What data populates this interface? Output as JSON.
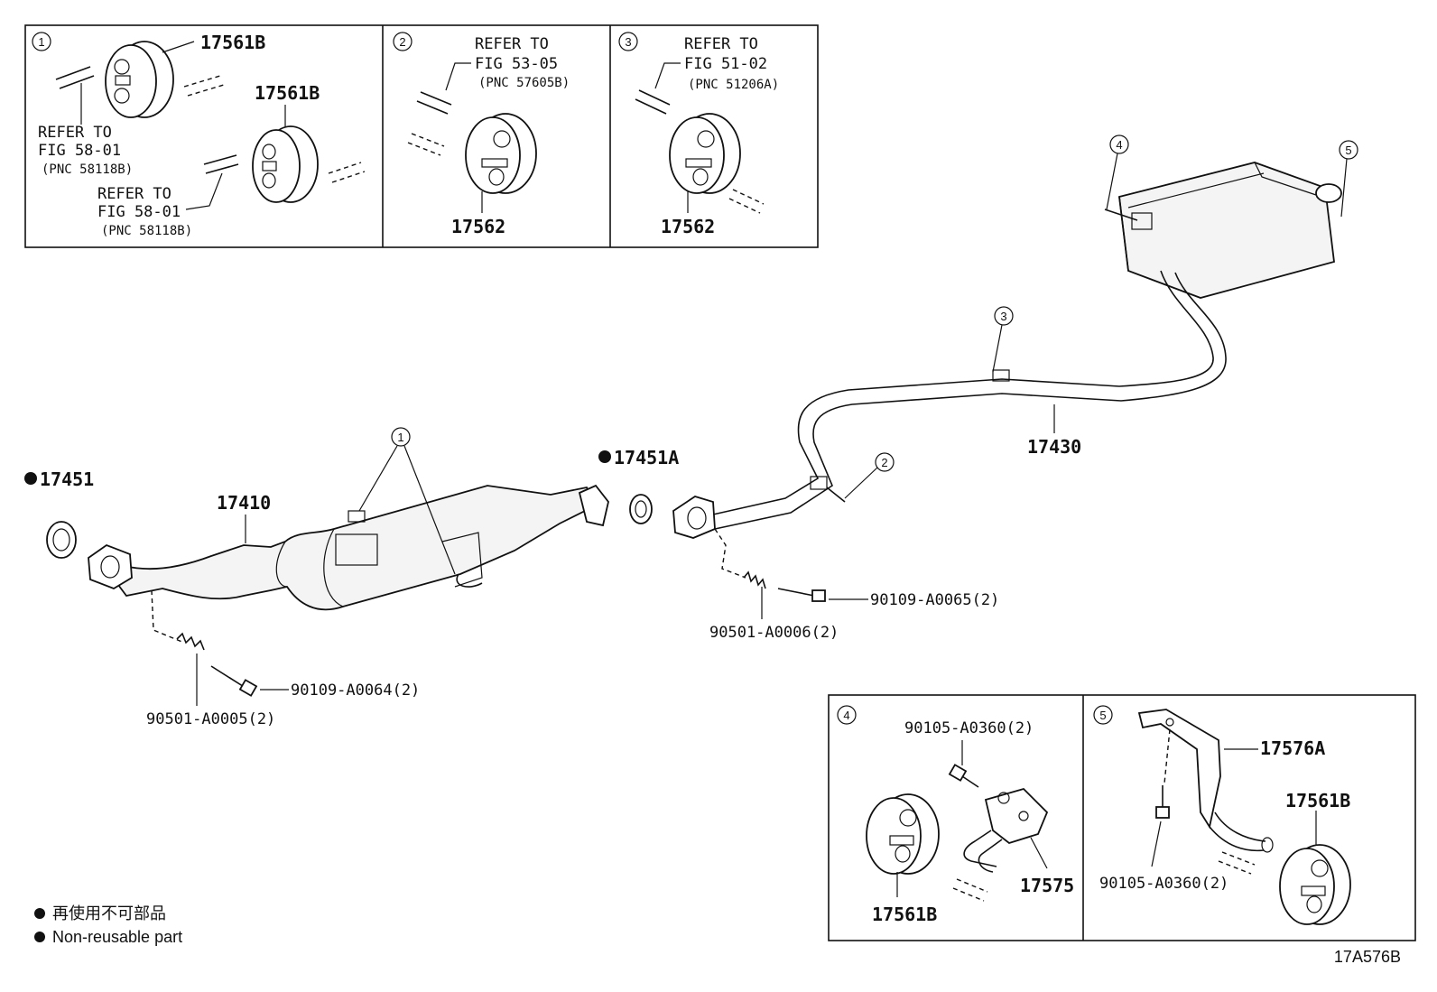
{
  "insets": {
    "inset1": {
      "number": "1",
      "part_top": "17561B",
      "part_mid": "17561B",
      "ref1_line1": "REFER TO",
      "ref1_line2": "FIG 58-01",
      "ref1_line3": "(PNC 58118B)",
      "ref2_line1": "REFER TO",
      "ref2_line2": "FIG 58-01",
      "ref2_line3": "(PNC 58118B)"
    },
    "inset2": {
      "number": "2",
      "ref_line1": "REFER TO",
      "ref_line2": "FIG 53-05",
      "ref_line3": "(PNC 57605B)",
      "part": "17562"
    },
    "inset3": {
      "number": "3",
      "ref_line1": "REFER TO",
      "ref_line2": "FIG 51-02",
      "ref_line3": "(PNC 51206A)",
      "part": "17562"
    },
    "inset4": {
      "number": "4",
      "bolt": "90105-A0360(2)",
      "bracket": "17575",
      "hanger": "17561B"
    },
    "inset5": {
      "number": "5",
      "bracket": "17576A",
      "hanger": "17561B",
      "bolt": "90105-A0360(2)"
    }
  },
  "main": {
    "gasket_front": "17451",
    "converter": "17410",
    "gasket_mid": "17451A",
    "pipe_assy": "17430",
    "front_spring": "90501-A0005(2)",
    "front_bolt": "90109-A0064(2)",
    "mid_spring": "90501-A0006(2)",
    "mid_bolt": "90109-A0065(2)",
    "callout1": "1",
    "callout2": "2",
    "callout3": "3",
    "callout4": "4",
    "callout5": "5"
  },
  "legend": {
    "jp": "再使用不可部品",
    "en": "Non-reusable part"
  },
  "figure_code": "17A576B"
}
